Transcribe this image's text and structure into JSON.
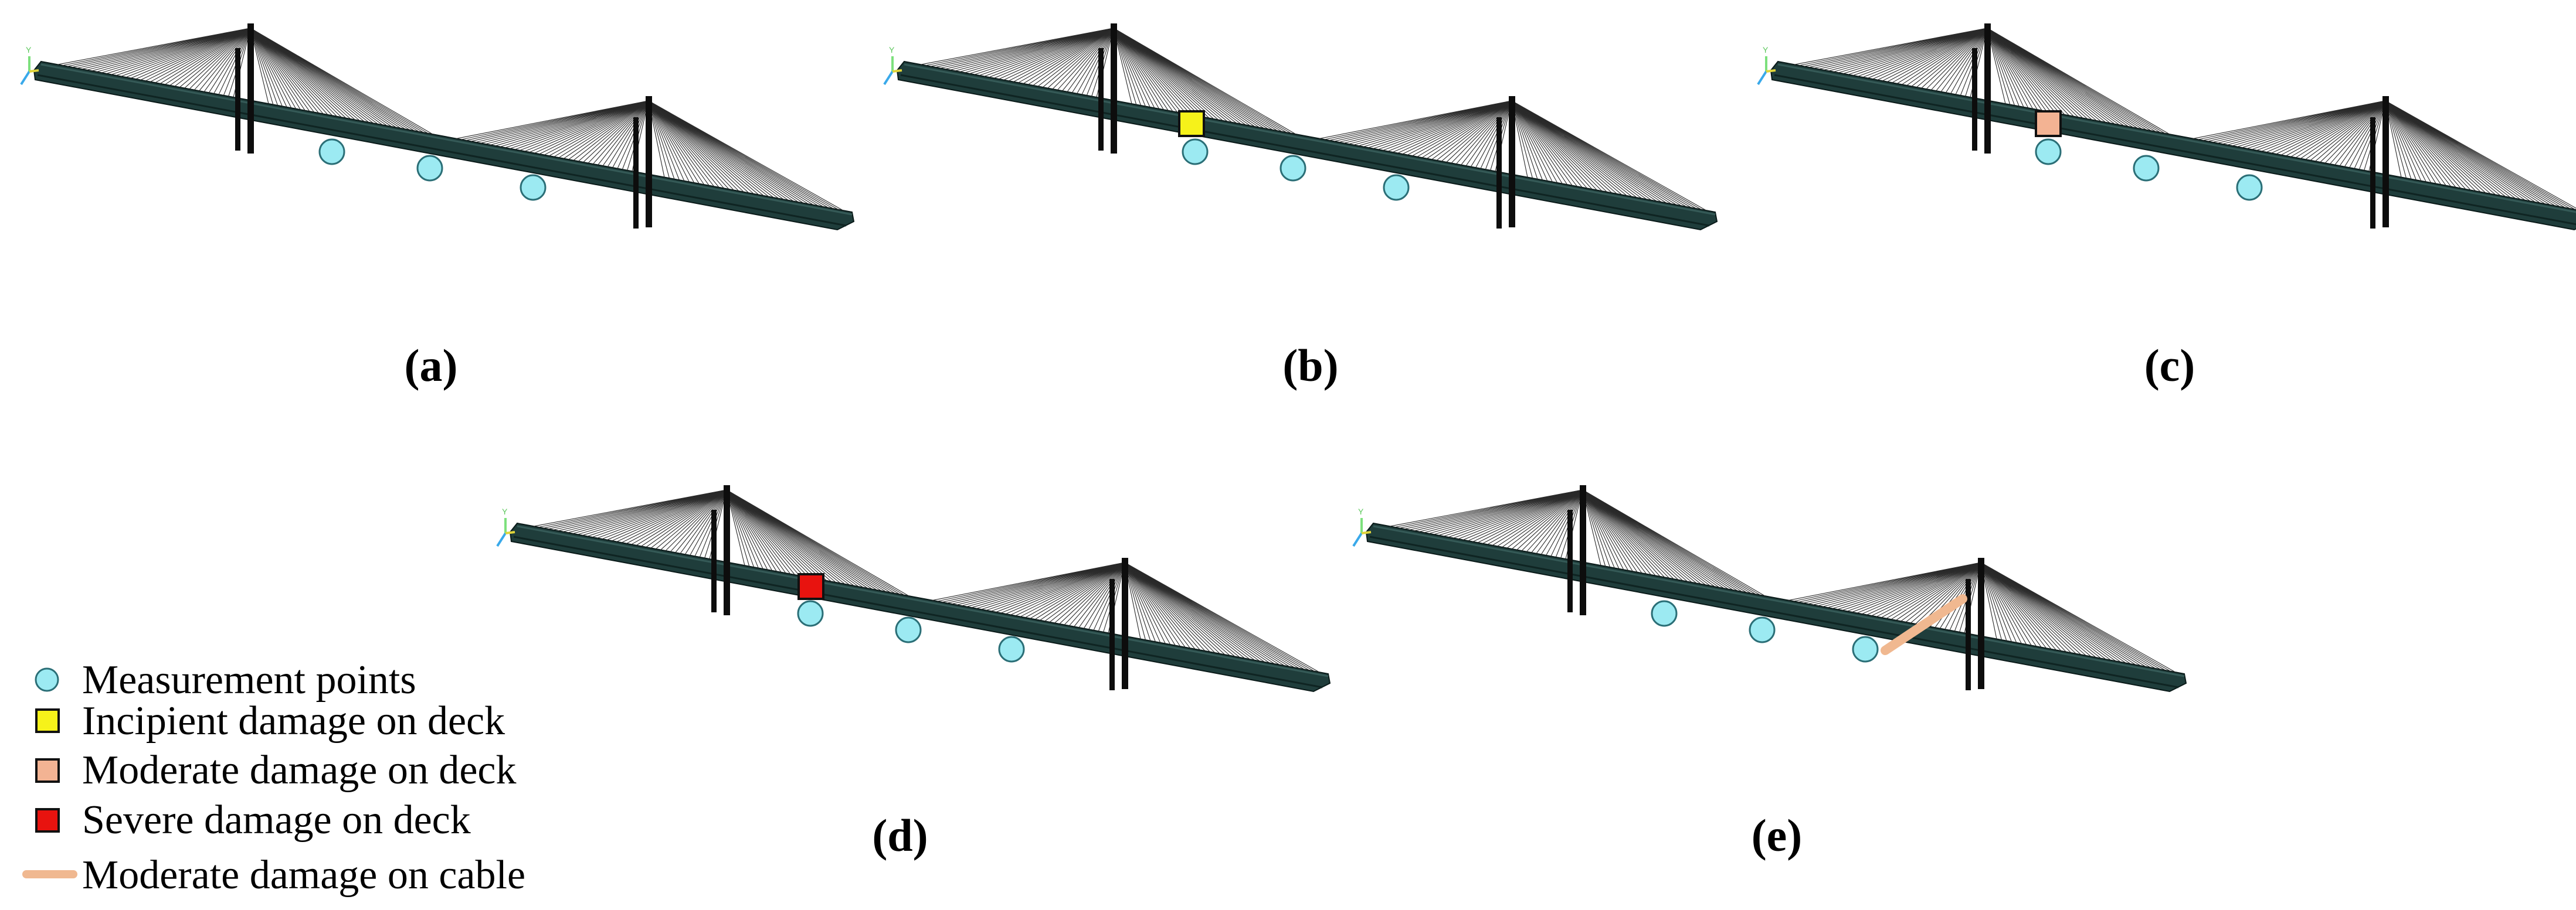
{
  "panels": [
    {
      "label": "(a)",
      "damage": "none"
    },
    {
      "label": "(b)",
      "damage": "incipient-deck"
    },
    {
      "label": "(c)",
      "damage": "moderate-deck"
    },
    {
      "label": "(d)",
      "damage": "severe-deck"
    },
    {
      "label": "(e)",
      "damage": "moderate-cable"
    }
  ],
  "legend": {
    "measurement": "Measurement points",
    "incipient": "Incipient damage on deck",
    "moderate_deck": "Moderate damage on deck",
    "severe": "Severe damage on deck",
    "moderate_cable": "Moderate damage on cable"
  },
  "colors": {
    "deck": "#1f3d3b",
    "cable": "#2a2a2a",
    "pylon": "#0d0d0d",
    "measurement": "#9ceaf2",
    "incipient": "#f6f21a",
    "moderate_deck": "#f3b393",
    "severe": "#e8130f",
    "moderate_cable": "#f0b890"
  }
}
